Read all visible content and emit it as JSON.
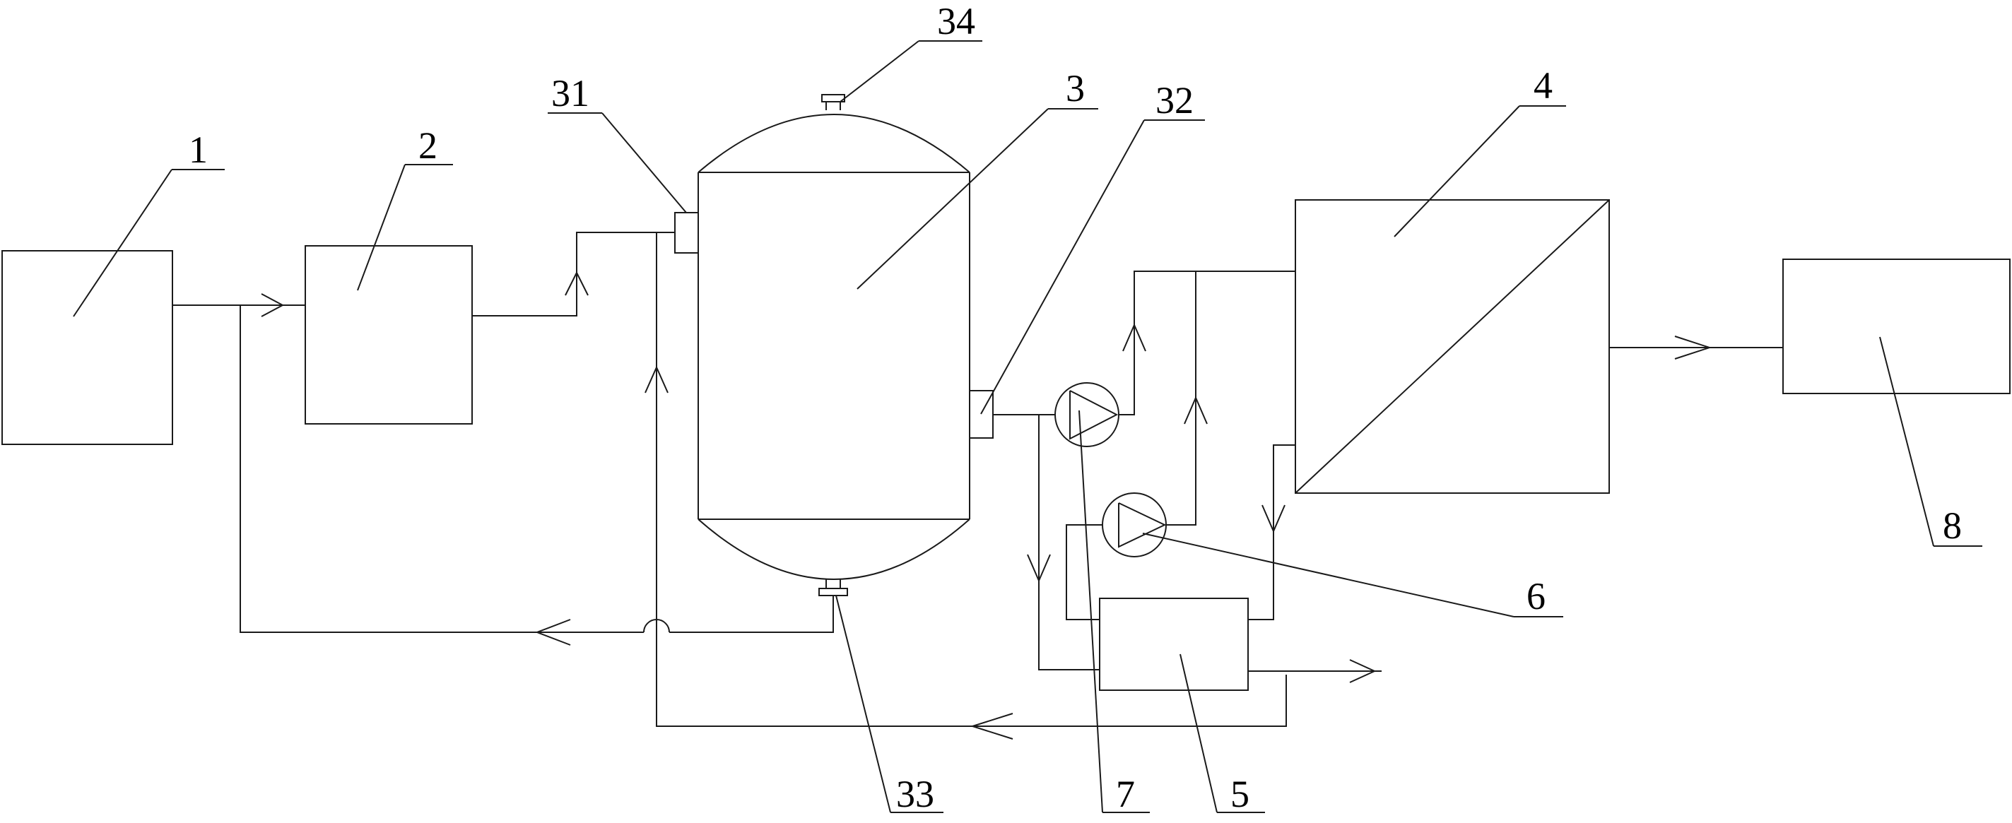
{
  "labels": {
    "unit_1": "1",
    "unit_2": "2",
    "unit_3": "3",
    "unit_4": "4",
    "unit_5": "5",
    "unit_6": "6",
    "unit_7": "7",
    "unit_8": "8",
    "port_31": "31",
    "port_32": "32",
    "port_33": "33",
    "port_34": "34"
  }
}
